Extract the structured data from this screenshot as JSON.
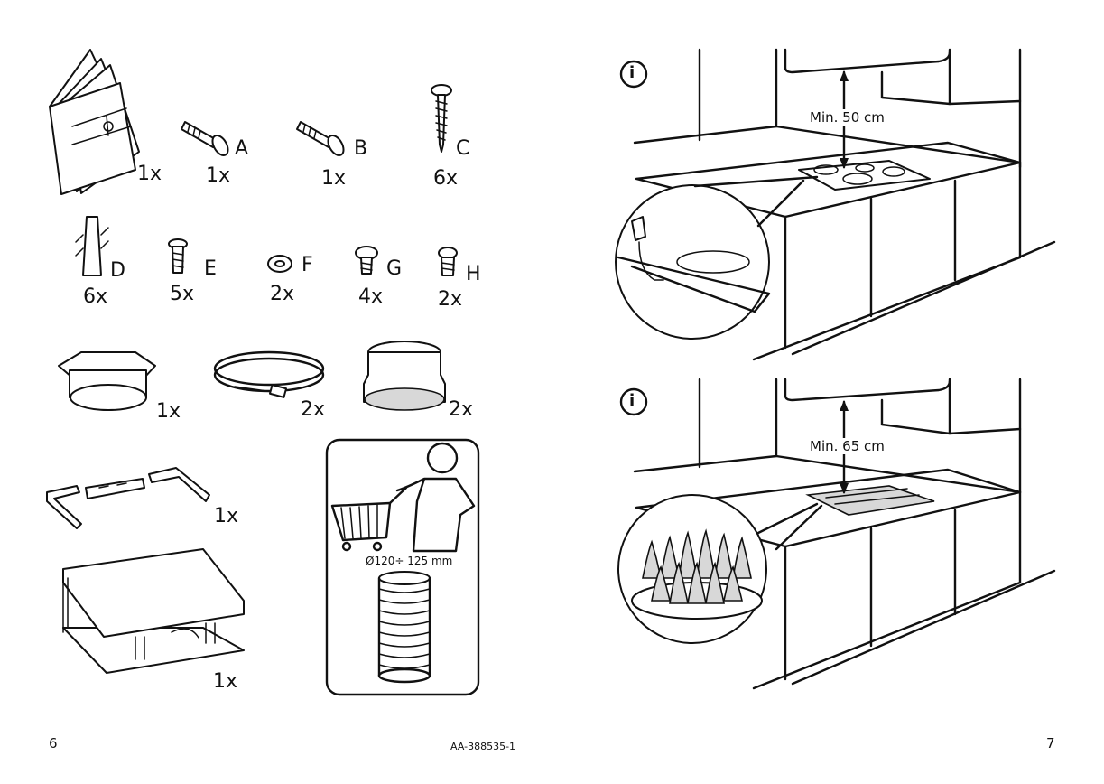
{
  "parts": {
    "manual_qty": "1x",
    "A": {
      "letter": "A",
      "qty": "1x"
    },
    "B": {
      "letter": "B",
      "qty": "1x"
    },
    "C": {
      "letter": "C",
      "qty": "6x"
    },
    "D": {
      "letter": "D",
      "qty": "6x"
    },
    "E": {
      "letter": "E",
      "qty": "5x"
    },
    "F": {
      "letter": "F",
      "qty": "2x"
    },
    "G": {
      "letter": "G",
      "qty": "4x"
    },
    "H": {
      "letter": "H",
      "qty": "2x"
    },
    "collar_qty": "1x",
    "clamp_qty": "2x",
    "reducer_qty": "2x",
    "bracket_qty": "1x",
    "shelf_qty": "1x",
    "duct_diameter": "Ø120÷ 125 mm"
  },
  "illustrations": {
    "top_info_icon": "i",
    "top_distance": "Min. 50 cm",
    "bottom_info_icon": "i",
    "bottom_distance": "Min. 65 cm"
  },
  "footer": {
    "page_left": "6",
    "doc_code": "AA-388535-1",
    "page_right": "7"
  },
  "icons": [
    "info-icon",
    "power-plug-icon",
    "shopping-cart-icon",
    "person-icon",
    "flame-icon"
  ]
}
